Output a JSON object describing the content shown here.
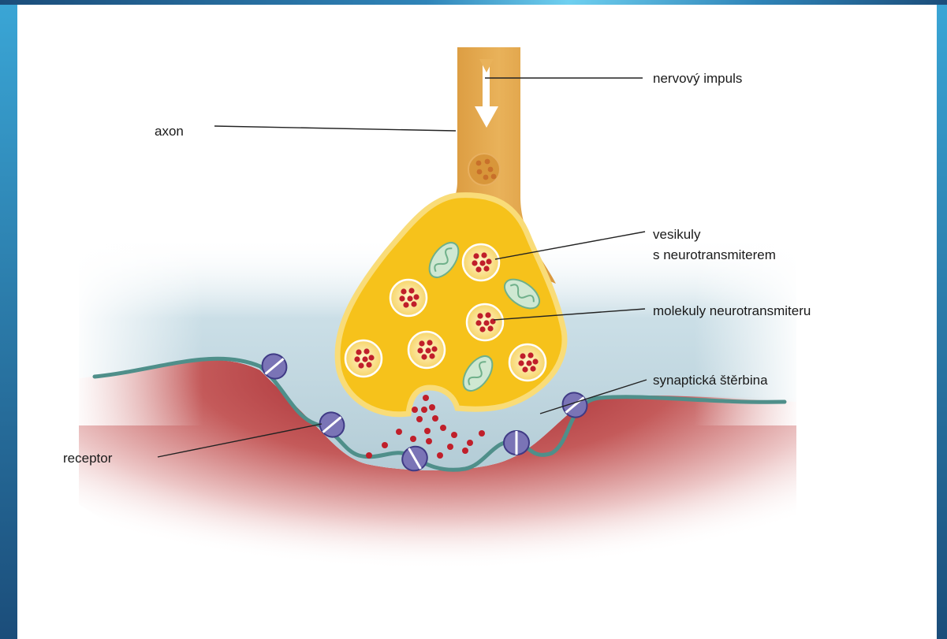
{
  "labels": {
    "nervovy_impuls": "nervový impuls",
    "axon": "axon",
    "vesikuly_line1": "vesikuly",
    "vesikuly_line2": "s neurotransmiterem",
    "molekuly": "molekuly neurotransmiteru",
    "sterbina": "synaptická štěrbina",
    "receptor": "receptor"
  },
  "colors": {
    "frame_dark": "#1b4d7a",
    "frame_light": "#3aa6d6",
    "axon": "#e0a64a",
    "terminal": "#f6c21b",
    "terminal_edge": "#f9dc78",
    "vesicle": "#fbe28e",
    "neurotransmitter": "#c01f2a",
    "mitochondrion": "#cfe8d2",
    "cleft": "#b8d2dc",
    "postsynaptic": "#a8232b",
    "membrane": "#4f8f8a",
    "receptor": "#7a74b6"
  },
  "icons": {
    "impulse_arrow": "down-arrow-icon"
  }
}
